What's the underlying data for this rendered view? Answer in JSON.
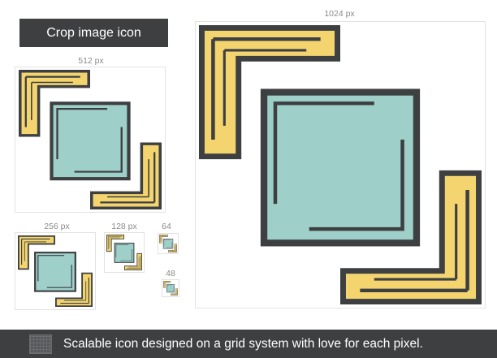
{
  "title": "Crop image icon",
  "sizes": {
    "s1024": "1024 px",
    "s512": "512 px",
    "s256": "256 px",
    "s128": "128 px",
    "s64": "64",
    "s48": "48"
  },
  "footer": {
    "text": "Scalable icon designed on a grid system with love for each pixel.",
    "icon": "pixel-grid-icon"
  },
  "colors": {
    "outline": "#3d3f41",
    "frame_fill": "#f3d46f",
    "image_fill": "#9ecfc9",
    "background": "#ffffff"
  }
}
